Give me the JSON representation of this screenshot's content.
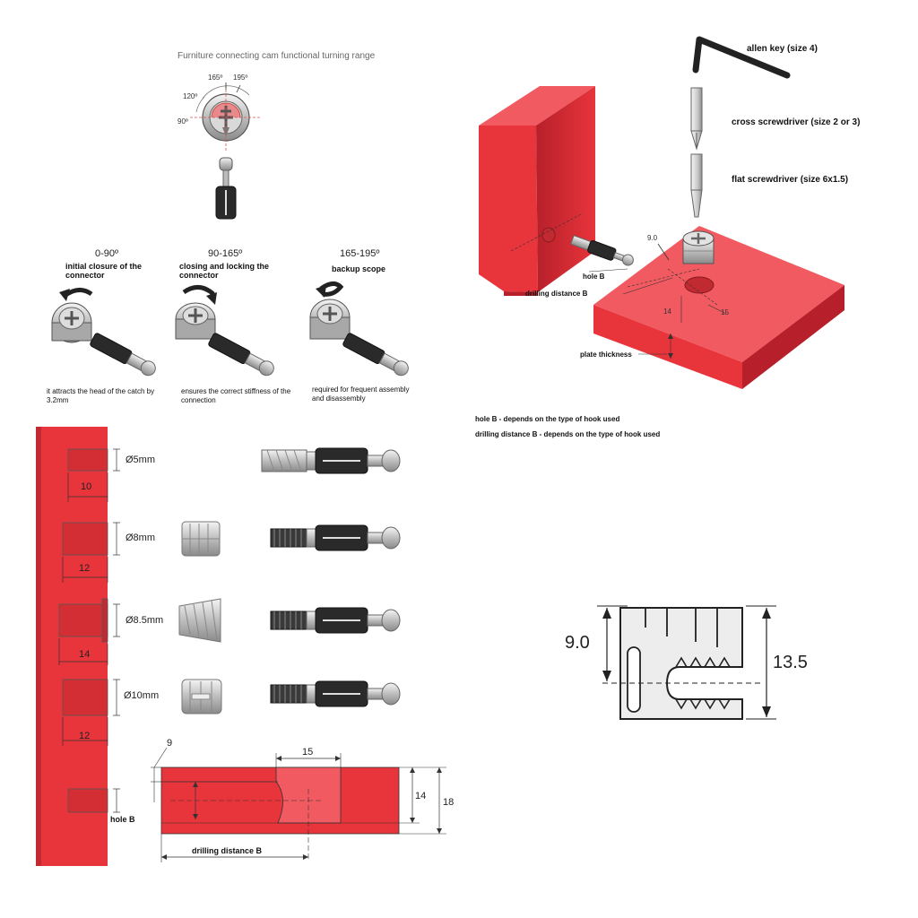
{
  "cam": {
    "title": "Furniture connecting cam functional turning range",
    "angles": {
      "a165": "165º",
      "a195": "195º",
      "a120": "120º",
      "a90": "90º"
    }
  },
  "stages": [
    {
      "range": "0-90º",
      "heading": "initial closure of the connector",
      "note": "it attracts the head of the catch by 3.2mm"
    },
    {
      "range": "90-165º",
      "heading": "closing and locking the connector",
      "note": "ensures the correct stiffness of the connection"
    },
    {
      "range": "165-195º",
      "heading": "backup scope",
      "note": "required for frequent assembly and disassembly"
    }
  ],
  "tools": {
    "allen": "allen key (size 4)",
    "cross": "cross screwdriver (size 2 or 3)",
    "flat": "flat screwdriver (size 6x1.5)"
  },
  "iso": {
    "d90": "9.0",
    "holeB": "hole B",
    "drilling": "drilling distance B",
    "d14": "14",
    "d15": "15",
    "plate": "plate thickness"
  },
  "notes": {
    "n1": "hole B - depends on the type of hook used",
    "n2": "drilling distance B - depends on the type of hook used"
  },
  "bolts": [
    {
      "dia": "Ø5mm",
      "depth": "10"
    },
    {
      "dia": "Ø8mm",
      "depth": "12"
    },
    {
      "dia": "Ø8.5mm",
      "depth": "14"
    },
    {
      "dia": "Ø10mm",
      "depth": "12"
    }
  ],
  "section": {
    "d9": "9",
    "d15": "15",
    "d14": "14",
    "d18": "18",
    "holeB": "hole B",
    "drilling": "drilling distance B"
  },
  "cap": {
    "d90": "9.0",
    "d135": "13.5"
  },
  "colors": {
    "red": "#e8343b",
    "redDark": "#b7202a",
    "redLight": "#f05a60"
  }
}
